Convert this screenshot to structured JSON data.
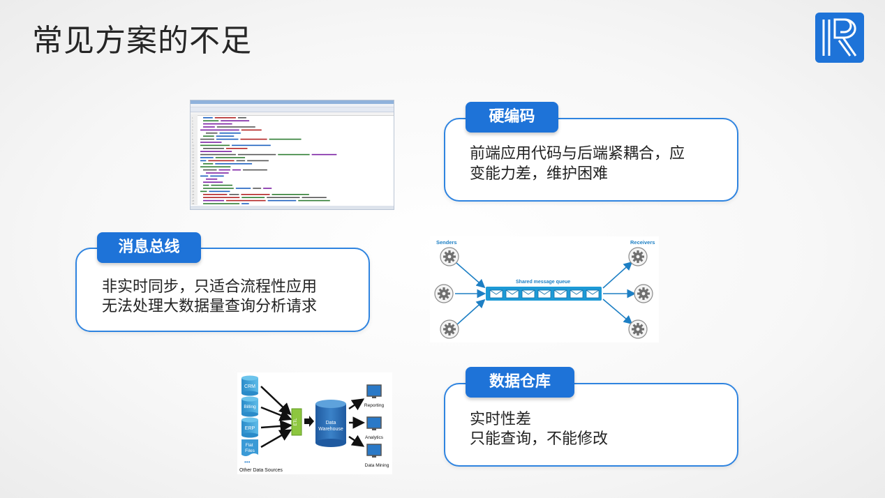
{
  "slide": {
    "title": "常见方案的不足"
  },
  "cards": {
    "hardcode": {
      "tag": "硬编码",
      "line1": "前端应用代码与后端紧耦合，应",
      "line2": "变能力差，维护困难"
    },
    "messagebus": {
      "tag": "消息总线",
      "line1": "非实时同步，只适合流程性应用",
      "line2": "无法处理大数据量查询分析请求"
    },
    "warehouse": {
      "tag": "数据仓库",
      "line1": "实时性差",
      "line2": "只能查询，不能修改"
    }
  },
  "queue_diagram": {
    "senders": "Senders",
    "receivers": "Receivers",
    "queue_label": "Shared message queue"
  },
  "dw_diagram": {
    "sources": [
      "CRM",
      "Billing",
      "ERP",
      "Flat Files"
    ],
    "more_dots": "•••",
    "other_sources": "Other Data Sources",
    "etl": "ETL",
    "warehouse_line1": "Data",
    "warehouse_line2": "Warehouse",
    "outputs": [
      "Reporting",
      "Analytics",
      "Data Mining"
    ]
  },
  "colors": {
    "accent": "#1e73d8",
    "card_border": "#2f84e0",
    "queue_blue": "#1d9ad6",
    "etl_green": "#8dc63f",
    "dw_blue": "#2a6fb6"
  }
}
